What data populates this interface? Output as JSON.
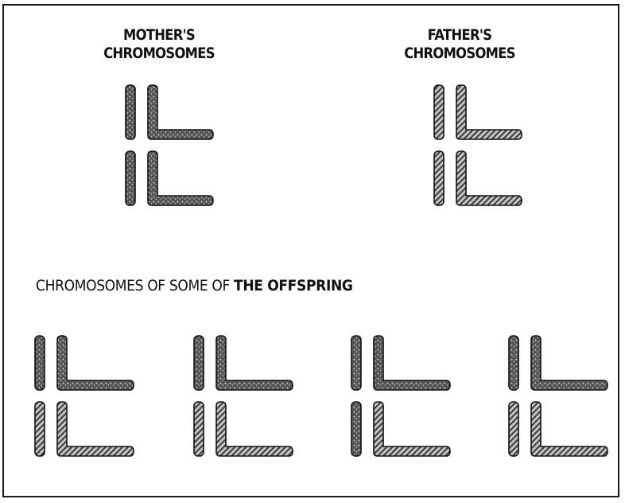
{
  "mother_heading": {
    "line1": "MOTHER'S",
    "line2": "CHROMOSOMES"
  },
  "father_heading": {
    "line1": "FATHER'S",
    "line2": "CHROMOSOMES"
  },
  "offspring_heading": {
    "part1": "CHROMOSOMES OF SOME OF ",
    "part2": "THE OFFSPRING"
  },
  "colors": {
    "stippled_fill": "#5a5a5a",
    "hatched_fill": "#9a9a9a",
    "outline": "#111111",
    "frame": "#1a1a1a"
  },
  "legend_patterns": {
    "mother": "stippled",
    "father": "hatched"
  },
  "parents": {
    "mother": {
      "pairs": [
        {
          "i": "stippled",
          "l": "stippled"
        },
        {
          "i": "stippled",
          "l": "stippled"
        }
      ]
    },
    "father": {
      "pairs": [
        {
          "i": "hatched",
          "l": "hatched"
        },
        {
          "i": "hatched",
          "l": "hatched"
        }
      ]
    }
  },
  "offspring": [
    {
      "pairs": [
        {
          "i": "stippled",
          "l": "stippled"
        },
        {
          "i": "hatched",
          "l": "hatched"
        }
      ]
    },
    {
      "pairs": [
        {
          "i": "stippled",
          "l": "stippled"
        },
        {
          "i": "hatched",
          "l": "hatched"
        }
      ]
    },
    {
      "pairs": [
        {
          "i": "stippled",
          "l": "stippled"
        },
        {
          "i": "stippled",
          "l": "hatched"
        }
      ]
    },
    {
      "pairs": [
        {
          "i": "stippled",
          "l": "stippled"
        },
        {
          "i": "hatched",
          "l": "hatched"
        }
      ]
    }
  ]
}
